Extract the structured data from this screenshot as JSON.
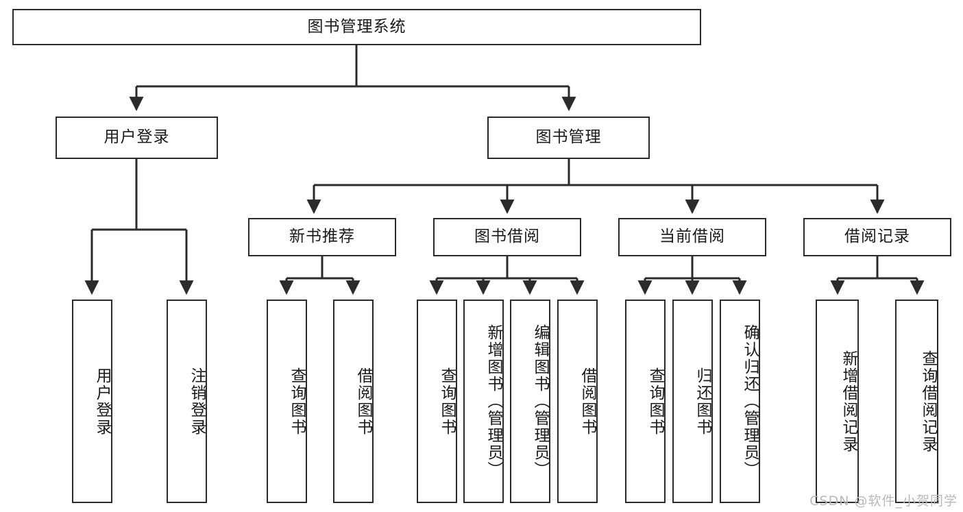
{
  "diagram": {
    "title": "图书管理系统",
    "type": "tree",
    "line_color": "#2b2b2b",
    "box_fill": "#ffffff",
    "text_color": "#1a1a1a",
    "watermark": "CSDN @软件_小贺同学"
  },
  "root": {
    "label": "图书管理系统"
  },
  "level2": [
    {
      "label": "用户登录"
    },
    {
      "label": "图书管理"
    }
  ],
  "level3": [
    {
      "label": "新书推荐"
    },
    {
      "label": "图书借阅"
    },
    {
      "label": "当前借阅"
    },
    {
      "label": "借阅记录"
    }
  ],
  "leaves": {
    "user_login": [
      {
        "label": "用户登录"
      },
      {
        "label": "注销登录"
      }
    ],
    "new_book_recommend": [
      {
        "label": "查询图书"
      },
      {
        "label": "借阅图书"
      }
    ],
    "book_borrow": [
      {
        "label": "查询图书"
      },
      {
        "label": "新增图书（管理员）"
      },
      {
        "label": "编辑图书（管理员）"
      },
      {
        "label": "借阅图书"
      }
    ],
    "current_borrow": [
      {
        "label": "查询图书"
      },
      {
        "label": "归还图书"
      },
      {
        "label": "确认归还（管理员）"
      }
    ],
    "borrow_record": [
      {
        "label": "新增借阅记录"
      },
      {
        "label": "查询借阅记录"
      }
    ]
  }
}
